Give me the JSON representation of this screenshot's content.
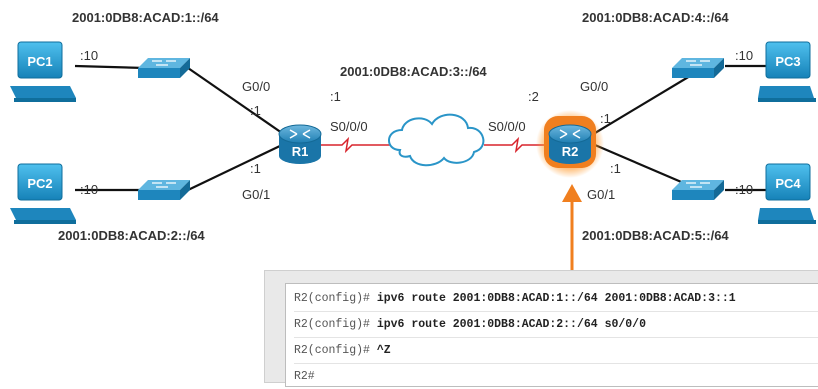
{
  "networks": {
    "net1": "2001:0DB8:ACAD:1::/64",
    "net2": "2001:0DB8:ACAD:2::/64",
    "net3": "2001:0DB8:ACAD:3::/64",
    "net4": "2001:0DB8:ACAD:4::/64",
    "net5": "2001:0DB8:ACAD:5::/64"
  },
  "devices": {
    "pc1": "PC1",
    "pc2": "PC2",
    "pc3": "PC3",
    "pc4": "PC4",
    "r1": "R1",
    "r2": "R2"
  },
  "ports": {
    "r1_g00": "G0/0",
    "r1_g01": "G0/1",
    "r1_s000": "S0/0/0",
    "r2_g00": "G0/0",
    "r2_g01": "G0/1",
    "r2_s000": "S0/0/0"
  },
  "addresses": {
    "pc1": ":10",
    "pc2": ":10",
    "pc3": ":10",
    "pc4": ":10",
    "r1_g00": ":1",
    "r1_g01": ":1",
    "r1_s000": ":1",
    "r2_s000": ":2",
    "r2_g00": ":1",
    "r2_g01": ":1"
  },
  "cli": [
    {
      "prompt": "R2(config)#",
      "command": "ipv6 route 2001:0DB8:ACAD:1::/64 2001:0DB8:ACAD:3::1"
    },
    {
      "prompt": "R2(config)#",
      "command": "ipv6 route 2001:0DB8:ACAD:2::/64 s0/0/0"
    },
    {
      "prompt": "R2(config)#",
      "command": "^Z"
    },
    {
      "prompt": "R2#",
      "command": ""
    }
  ],
  "colors": {
    "device_blue": "#1b8fc4",
    "highlight_orange": "#f07f1f",
    "serial_red": "#d8242c",
    "ethernet": "#111111"
  }
}
